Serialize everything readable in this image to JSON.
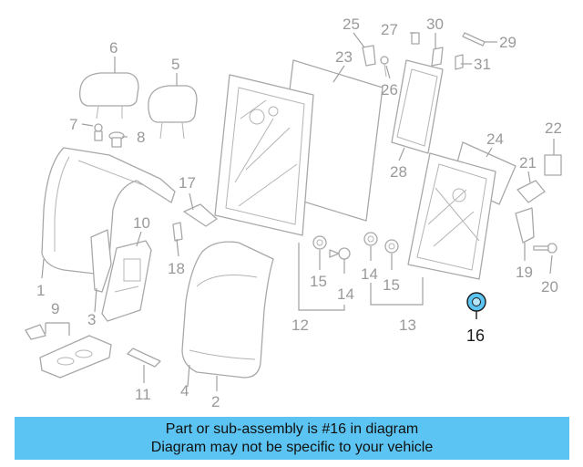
{
  "callouts": [
    {
      "n": "1"
    },
    {
      "n": "2"
    },
    {
      "n": "3"
    },
    {
      "n": "4"
    },
    {
      "n": "5"
    },
    {
      "n": "6"
    },
    {
      "n": "7"
    },
    {
      "n": "8"
    },
    {
      "n": "9"
    },
    {
      "n": "10"
    },
    {
      "n": "11"
    },
    {
      "n": "12"
    },
    {
      "n": "13"
    },
    {
      "n": "14"
    },
    {
      "n": "14"
    },
    {
      "n": "15"
    },
    {
      "n": "15"
    },
    {
      "n": "16"
    },
    {
      "n": "17"
    },
    {
      "n": "18"
    },
    {
      "n": "19"
    },
    {
      "n": "20"
    },
    {
      "n": "21"
    },
    {
      "n": "22"
    },
    {
      "n": "23"
    },
    {
      "n": "24"
    },
    {
      "n": "25"
    },
    {
      "n": "26"
    },
    {
      "n": "27"
    },
    {
      "n": "28"
    },
    {
      "n": "29"
    },
    {
      "n": "30"
    },
    {
      "n": "31"
    }
  ],
  "highlighted_part": "16",
  "colors": {
    "banner": "#5bc4f2",
    "highlight": "#5bc4f2",
    "line_art": "#a8a8a8"
  },
  "banner": {
    "line1": "Part or sub-assembly is #16 in diagram",
    "line2": "Diagram may not be specific to your vehicle"
  }
}
